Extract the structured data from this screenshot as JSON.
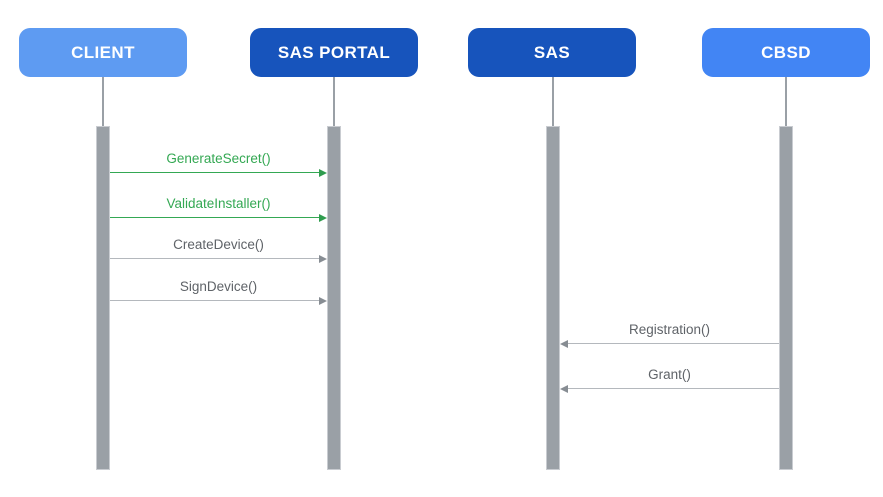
{
  "diagram": {
    "background": "#FFFFFF",
    "lifeline_color": "#9AA0A6",
    "activation_bar_color": "#9AA0A6",
    "actors": [
      {
        "label": "CLIENT",
        "color": "#5E9BF2",
        "text_color": "#FFFFFF"
      },
      {
        "label": "SAS PORTAL",
        "color": "#1754BC",
        "text_color": "#FFFFFF"
      },
      {
        "label": "SAS",
        "color": "#1754BC",
        "text_color": "#FFFFFF"
      },
      {
        "label": "CBSD",
        "color": "#4285F4",
        "text_color": "#FFFFFF"
      }
    ],
    "messages": [
      {
        "label": "GenerateSecret()",
        "from": "CLIENT",
        "to": "SAS PORTAL",
        "direction": "right",
        "label_color": "#34A853",
        "line_color": "#34A853",
        "head_color": "#2F9C4E"
      },
      {
        "label": "ValidateInstaller()",
        "from": "CLIENT",
        "to": "SAS PORTAL",
        "direction": "right",
        "label_color": "#34A853",
        "line_color": "#34A853",
        "head_color": "#2F9C4E"
      },
      {
        "label": "CreateDevice()",
        "from": "CLIENT",
        "to": "SAS PORTAL",
        "direction": "right",
        "label_color": "#5F6368",
        "line_color": "#B4B8BD",
        "head_color": "#878D93"
      },
      {
        "label": "SignDevice()",
        "from": "CLIENT",
        "to": "SAS PORTAL",
        "direction": "right",
        "label_color": "#5F6368",
        "line_color": "#B4B8BD",
        "head_color": "#878D93"
      },
      {
        "label": "Registration()",
        "from": "CBSD",
        "to": "SAS",
        "direction": "left",
        "label_color": "#5F6368",
        "line_color": "#B4B8BD",
        "head_color": "#878D93"
      },
      {
        "label": "Grant()",
        "from": "CBSD",
        "to": "SAS",
        "direction": "left",
        "label_color": "#5F6368",
        "line_color": "#B4B8BD",
        "head_color": "#878D93"
      }
    ]
  }
}
